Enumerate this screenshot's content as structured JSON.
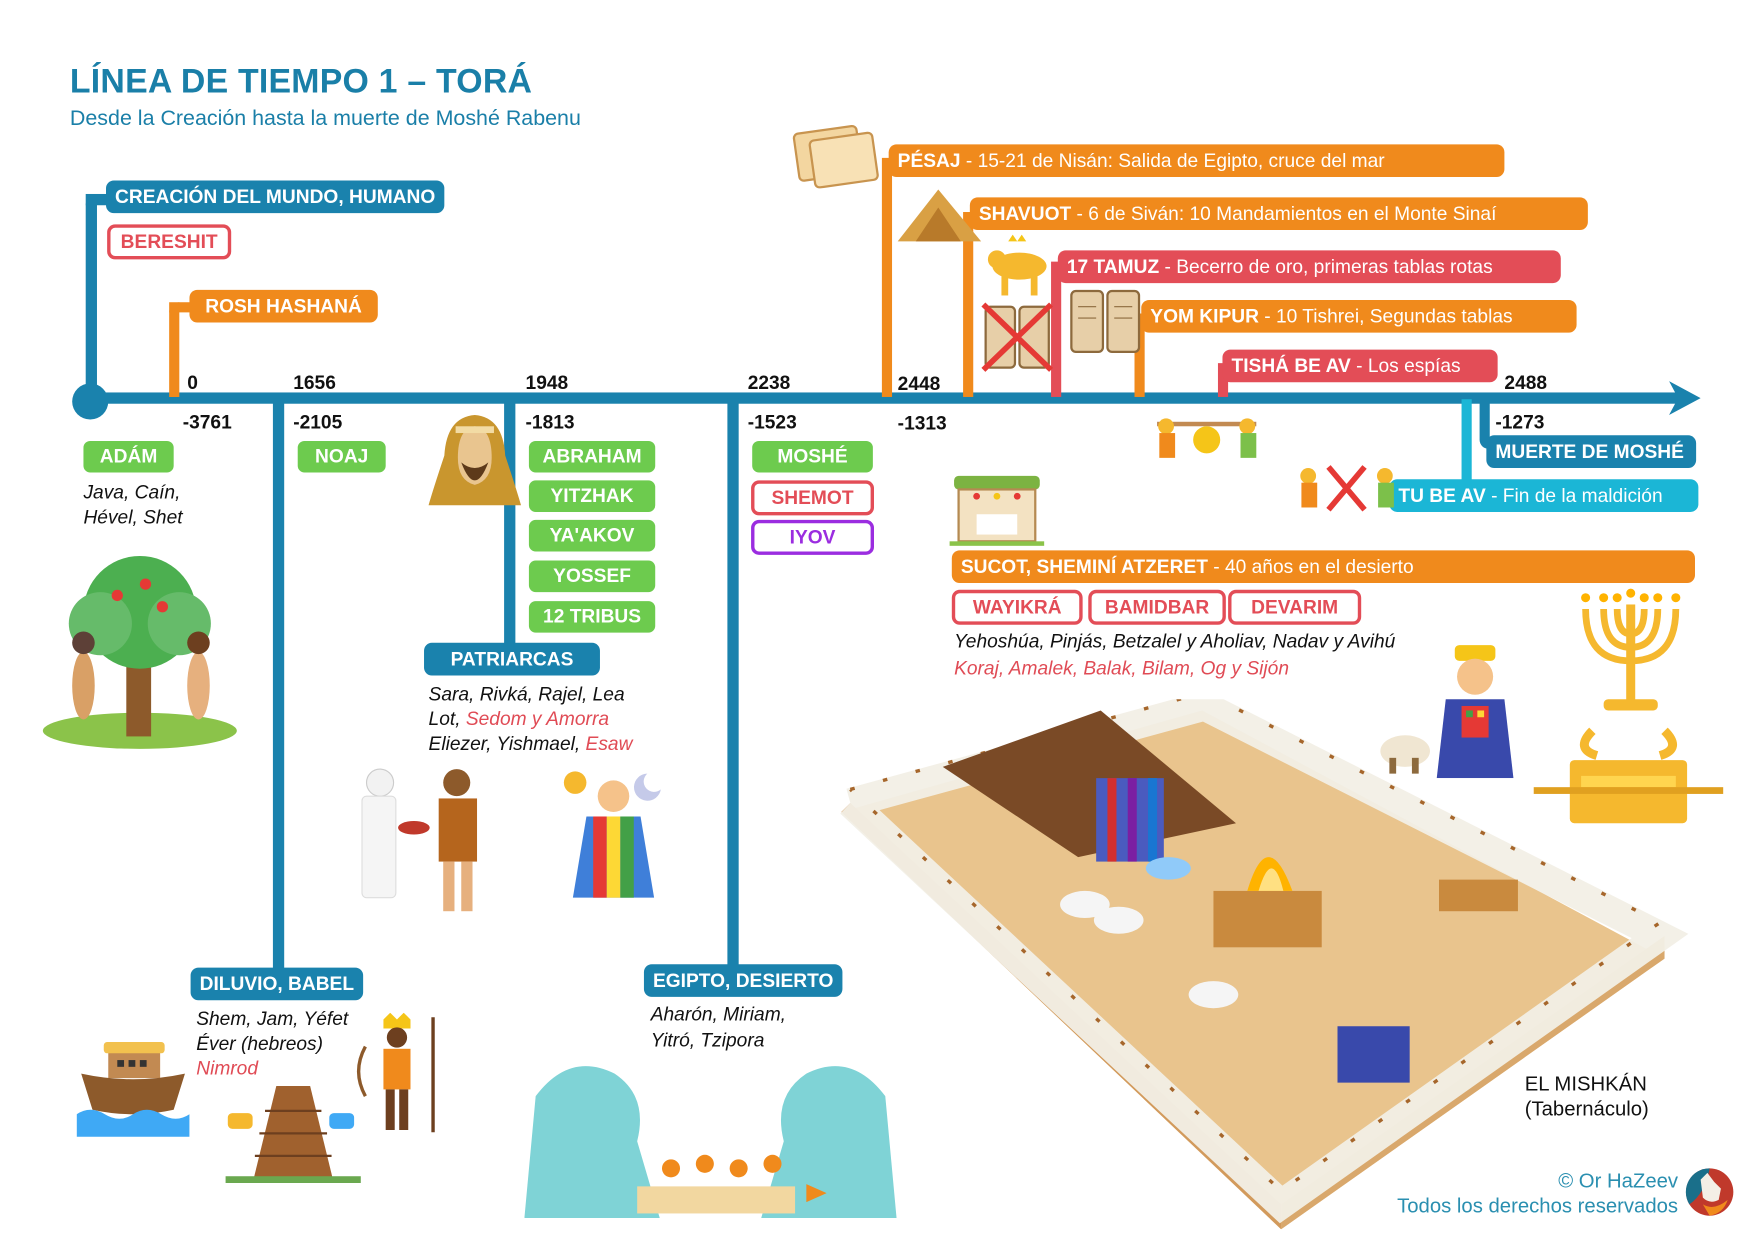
{
  "header": {
    "title": "LÍNEA DE TIEMPO 1 – TORÁ",
    "subtitle": "Desde la Creación hasta la muerte de Moshé Rabenu"
  },
  "colors": {
    "primary_blue": "#1a82ad",
    "orange": "#f08a1c",
    "red": "#e34d57",
    "green": "#6dcb4e",
    "cyan": "#1bb6d6",
    "purple": "#9b2de0"
  },
  "timeline": {
    "ticks": [
      {
        "anno_mundi": "0",
        "bce": "-3761"
      },
      {
        "anno_mundi": "1656",
        "bce": "-2105"
      },
      {
        "anno_mundi": "1948",
        "bce": "-1813"
      },
      {
        "anno_mundi": "2238",
        "bce": "-1523"
      },
      {
        "anno_mundi": "2448",
        "bce": "-1313"
      },
      {
        "anno_mundi": "2488",
        "bce": "-1273"
      }
    ]
  },
  "events_top": {
    "creation": {
      "label": "CREACIÓN DEL MUNDO, HUMANO",
      "book": "BERESHIT"
    },
    "rosh_hashana": {
      "label": "ROSH HASHANÁ"
    },
    "pesaj": {
      "name": "PÉSAJ",
      "desc": " - 15-21 de Nisán: Salida de Egipto, cruce del mar"
    },
    "shavuot": {
      "name": "SHAVUOT",
      "desc": " - 6 de Siván: 10 Mandamientos en el Monte Sinaí"
    },
    "tamuz": {
      "name": "17 TAMUZ",
      "desc": " - Becerro de oro, primeras tablas rotas"
    },
    "yom_kipur": {
      "name": "YOM KIPUR",
      "desc": " - 10 Tishrei, Segundas tablas"
    },
    "tisha_be_av": {
      "name": "TISHÁ BE AV",
      "desc": " - Los espías"
    }
  },
  "adam": {
    "pill": "ADÁM",
    "names_line1": "Java, Caín,",
    "names_line2": "Hével, Shet"
  },
  "noaj": {
    "pill": "NOAJ",
    "period_label": "DILUVIO, BABEL",
    "names_line1": "Shem, Jam, Yéfet",
    "names_line2": "Éver (hebreos)",
    "names_red": "Nimrod"
  },
  "patriarcas": {
    "pills": [
      "ABRAHAM",
      "YITZHAK",
      "YA'AKOV",
      "YOSSEF",
      "12 TRIBUS"
    ],
    "period_label": "PATRIARCAS",
    "names_line1": "Sara, Rivká, Rajel, Lea",
    "names_line2_a": "Lot, ",
    "names_line2_red": "Sedom y Amorra",
    "names_line3_a": "Eliezer, Yishmael, ",
    "names_line3_red": "Esaw"
  },
  "moshe": {
    "pill": "MOSHÉ",
    "books": [
      "SHEMOT",
      "IYOV"
    ],
    "period_label": "EGIPTO, DESIERTO",
    "names_line1": "Aharón, Miriam,",
    "names_line2": "Yitró, Tzipora"
  },
  "desert": {
    "sucot": {
      "name": "SUCOT, SHEMINÍ ATZERET",
      "desc": " - 40 años en el desierto"
    },
    "books": [
      "WAYIKRÁ",
      "BAMIDBAR",
      "DEVARIM"
    ],
    "names_line1": "Yehoshúa, Pinjás, Betzalel y Aholiav, Nadav y Avihú",
    "names_red": "Koraj, Amalek, Balak, Bilam, Og y Sijón"
  },
  "end_events": {
    "muerte": "MUERTE DE MOSHÉ",
    "tu_be_av": {
      "name": "TU BE AV",
      "desc": " - Fin de la maldición"
    }
  },
  "mishkan": {
    "line1": "EL MISHKÁN",
    "line2": "(Tabernáculo)"
  },
  "footer": {
    "copyright": "© Or HaZeev",
    "rights": "Todos los derechos reservados"
  }
}
